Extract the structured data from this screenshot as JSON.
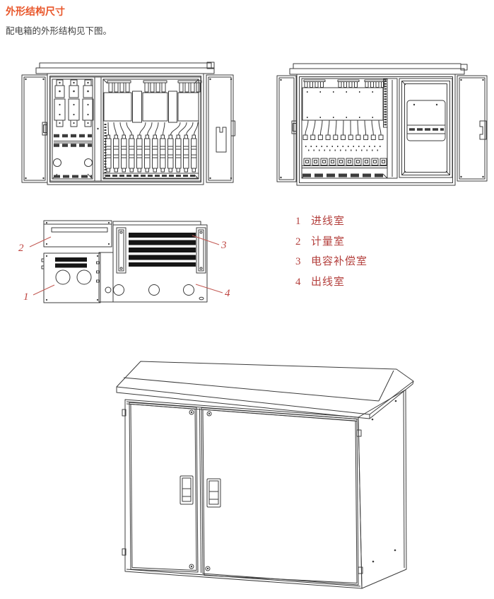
{
  "page": {
    "heading": "外形结构尺寸",
    "intro": "配电箱的外形结构见下图。"
  },
  "legend": {
    "items": [
      {
        "num": "1",
        "label": "进线室"
      },
      {
        "num": "2",
        "label": "计量室"
      },
      {
        "num": "3",
        "label": "电容补偿室"
      },
      {
        "num": "4",
        "label": "出线室"
      }
    ]
  },
  "figure_plan": {
    "callouts": [
      "1",
      "2",
      "3",
      "4"
    ]
  },
  "colors": {
    "heading": "#e9572b",
    "body_text": "#3f3f3f",
    "drawing_line": "#3c3c3c",
    "legend_red": "#b4403d",
    "callout_red": "#bf4440",
    "vent_black": "#161616",
    "background": "#ffffff"
  }
}
